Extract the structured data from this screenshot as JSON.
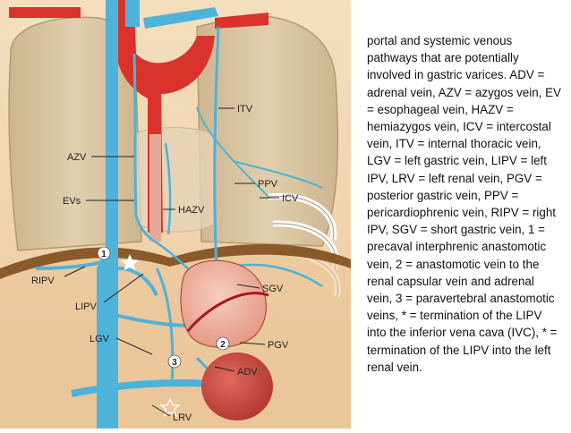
{
  "caption": " portal and systemic venous pathways that are potentially involved in gastric varices. ADV = adrenal vein, AZV = azygos vein, EV = esophageal vein, HAZV = hemiazygos vein, ICV = intercostal vein, ITV = internal thoracic vein, LGV = left gastric vein, LIPV = left IPV, LRV = left renal vein, PGV = posterior gastric vein, PPV = pericardiophrenic vein, RIPV = right IPV, SGV = short gastric vein, 1 = precaval interphrenic anastomotic vein, 2 = anastomotic vein to the renal capsular vein and adrenal vein, 3 = paravertebral anastomotic veins, * = termination of the LIPV into the inferior vena cava (IVC), * = termination of the LIPV into the left renal vein.",
  "labels": {
    "itv": "ITV",
    "azv": "AZV",
    "ppv": "PPV",
    "icv": "ICV",
    "evs": "EVs",
    "hazv": "HAZV",
    "ripv": "RIPV",
    "lipv": "LIPV",
    "sgv": "SGV",
    "lgv": "LGV",
    "pgv": "PGV",
    "adv": "ADV",
    "lrv": "LRV",
    "n1": "1",
    "n2": "2",
    "n3": "3"
  },
  "colors": {
    "vein": "#4db3d9",
    "artery": "#d9332b",
    "lung": "#d9c6a6",
    "diaphragm": "#8a5a2b",
    "stomach": "#e8a898",
    "kidney": "#c94a44",
    "background": "#f2d9b3"
  }
}
